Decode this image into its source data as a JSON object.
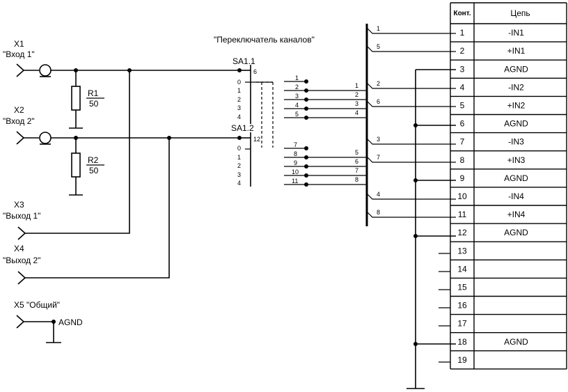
{
  "title": "\"Переключатель каналов\"",
  "connectors": [
    {
      "id": "X1",
      "label": "\"Вход 1\""
    },
    {
      "id": "X2",
      "label": "\"Вход 2\""
    },
    {
      "id": "X3",
      "label": "\"Выход 1\""
    },
    {
      "id": "X4",
      "label": "\"Выход 2\""
    },
    {
      "id": "X5",
      "label": "\"Общий\""
    }
  ],
  "ground_label": "AGND",
  "resistors": [
    {
      "name": "R1",
      "value": "50"
    },
    {
      "name": "R2",
      "value": "50"
    }
  ],
  "switches": [
    {
      "name": "SA1.1",
      "common": "6",
      "positions": [
        "0",
        "1",
        "2",
        "3",
        "4"
      ]
    },
    {
      "name": "SA1.2",
      "common": "12",
      "positions": [
        "0",
        "1",
        "2",
        "3",
        "4"
      ]
    }
  ],
  "switch_pins": [
    "1",
    "2",
    "3",
    "4",
    "5",
    "7",
    "8",
    "9",
    "10",
    "11"
  ],
  "wire_numbers_a": [
    "1",
    "2",
    "3",
    "4",
    "5",
    "6",
    "7",
    "8"
  ],
  "bus_wires": [
    "1",
    "5",
    "2",
    "6",
    "3",
    "7",
    "4",
    "8"
  ],
  "table": {
    "headers": [
      "Конт.",
      "Цепь"
    ],
    "rows": [
      {
        "pin": "1",
        "net": "-IN1"
      },
      {
        "pin": "2",
        "net": "+IN1"
      },
      {
        "pin": "3",
        "net": "AGND"
      },
      {
        "pin": "4",
        "net": "-IN2"
      },
      {
        "pin": "5",
        "net": "+IN2"
      },
      {
        "pin": "6",
        "net": "AGND"
      },
      {
        "pin": "7",
        "net": "-IN3"
      },
      {
        "pin": "8",
        "net": "+IN3"
      },
      {
        "pin": "9",
        "net": "AGND"
      },
      {
        "pin": "10",
        "net": "-IN4"
      },
      {
        "pin": "11",
        "net": "+IN4"
      },
      {
        "pin": "12",
        "net": "AGND"
      },
      {
        "pin": "13",
        "net": ""
      },
      {
        "pin": "14",
        "net": ""
      },
      {
        "pin": "15",
        "net": ""
      },
      {
        "pin": "16",
        "net": ""
      },
      {
        "pin": "17",
        "net": ""
      },
      {
        "pin": "18",
        "net": "AGND"
      },
      {
        "pin": "19",
        "net": ""
      }
    ]
  }
}
